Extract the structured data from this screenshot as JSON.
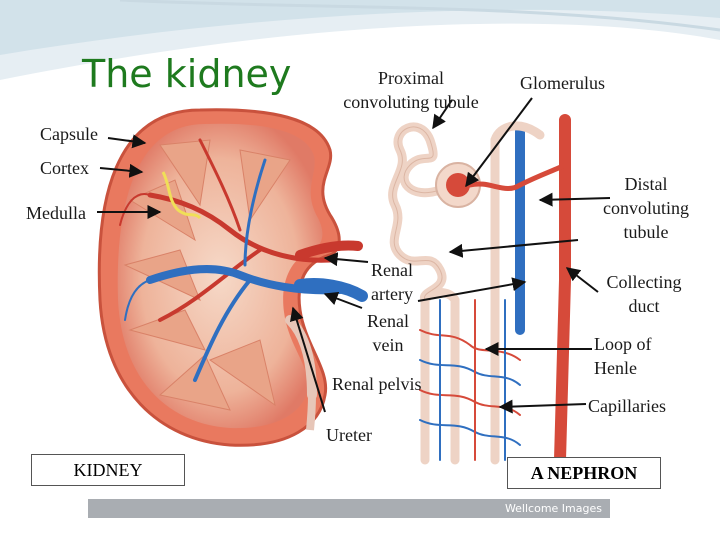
{
  "title": "The kidney",
  "labels": {
    "capsule": "Capsule",
    "cortex": "Cortex",
    "medulla": "Medulla",
    "proximal_line1": "Proximal",
    "proximal_line2": "convoluting tubule",
    "glomerulus": "Glomerulus",
    "distal_line1": "Distal",
    "distal_line2": "convoluting",
    "distal_line3": "tubule",
    "renal_artery_line1": "Renal",
    "renal_artery_line2": "artery",
    "renal_vein_line1": "Renal",
    "renal_vein_line2": "vein",
    "renal_pelvis": "Renal pelvis",
    "ureter": "Ureter",
    "collecting_line1": "Collecting",
    "collecting_line2": "duct",
    "loop_line1": "Loop of",
    "loop_line2": "Henle",
    "capillaries": "Capillaries"
  },
  "captions": {
    "kidney": "KIDNEY",
    "nephron": "A NEPHRON"
  },
  "credit": "Wellcome Images",
  "colors": {
    "title": "#1e7a1e",
    "artery": "#d64a3a",
    "vein": "#2f6fc0",
    "tubule": "#eed3c5"
  }
}
